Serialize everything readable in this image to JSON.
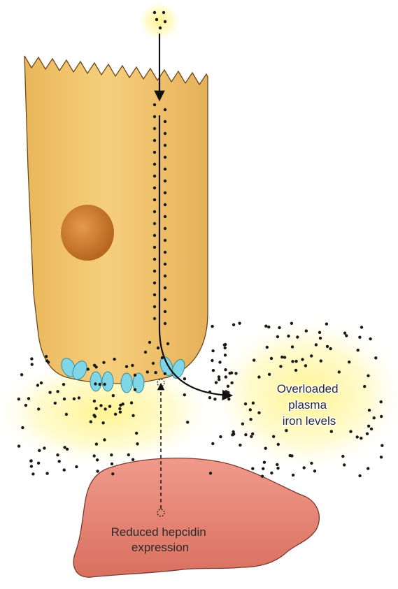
{
  "labels": {
    "plasma": [
      "Overloaded",
      "plasma",
      "iron levels"
    ],
    "liver": [
      "Reduced hepcidin",
      "expression"
    ]
  },
  "colors": {
    "cell_fill": "#f2c46a",
    "cell_stroke": "#6b4a1e",
    "nucleus": "#c97a2e",
    "ferroportin": "#7fd6e6",
    "liver_fill": "#e8867a",
    "liver_stroke": "#7a3b33",
    "glow": "#fff38a",
    "iron_dot": "#1a1a1a"
  },
  "icons": {
    "enterocyte": "intestinal-epithelial-cell",
    "nucleus": "cell-nucleus",
    "ferroportin": "ferroportin-channel",
    "liver": "liver-organ",
    "iron": "iron-particle"
  }
}
